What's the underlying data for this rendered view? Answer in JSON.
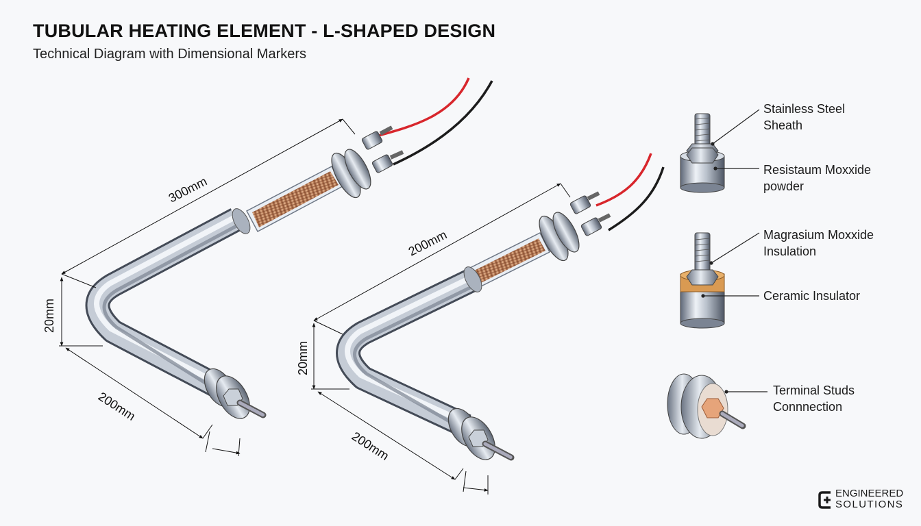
{
  "title": "TUBULAR HEATING ELEMENT - L-SHAPED DESIGN",
  "subtitle": "Technical Diagram with Dimensional Markers",
  "elements": [
    {
      "dimensions": {
        "long_leg": "300mm",
        "height": "20mm",
        "short_leg": "200mm"
      }
    },
    {
      "dimensions": {
        "long_leg": "200mm",
        "height": "20mm",
        "short_leg": "200mm"
      }
    }
  ],
  "callouts": [
    {
      "line1": "Stainless Steel",
      "line2": "Sheath"
    },
    {
      "line1": "Resistaum Moxxide",
      "line2": "powder"
    },
    {
      "line1": "Magrasium Moxxide",
      "line2": "Insulation"
    },
    {
      "line1": "Ceramic Insulator",
      "line2": ""
    },
    {
      "line1": "Terminal Studs",
      "line2": "Connnection"
    }
  ],
  "logo": {
    "line1": "ENGINEERED",
    "line2": "SOLUTIONS"
  },
  "colors": {
    "wire_red": "#d8262c",
    "wire_black": "#1c1c1c",
    "coil": "#c98a5e",
    "steel_dark": "#7d8796",
    "steel_light": "#f4f7fb"
  }
}
